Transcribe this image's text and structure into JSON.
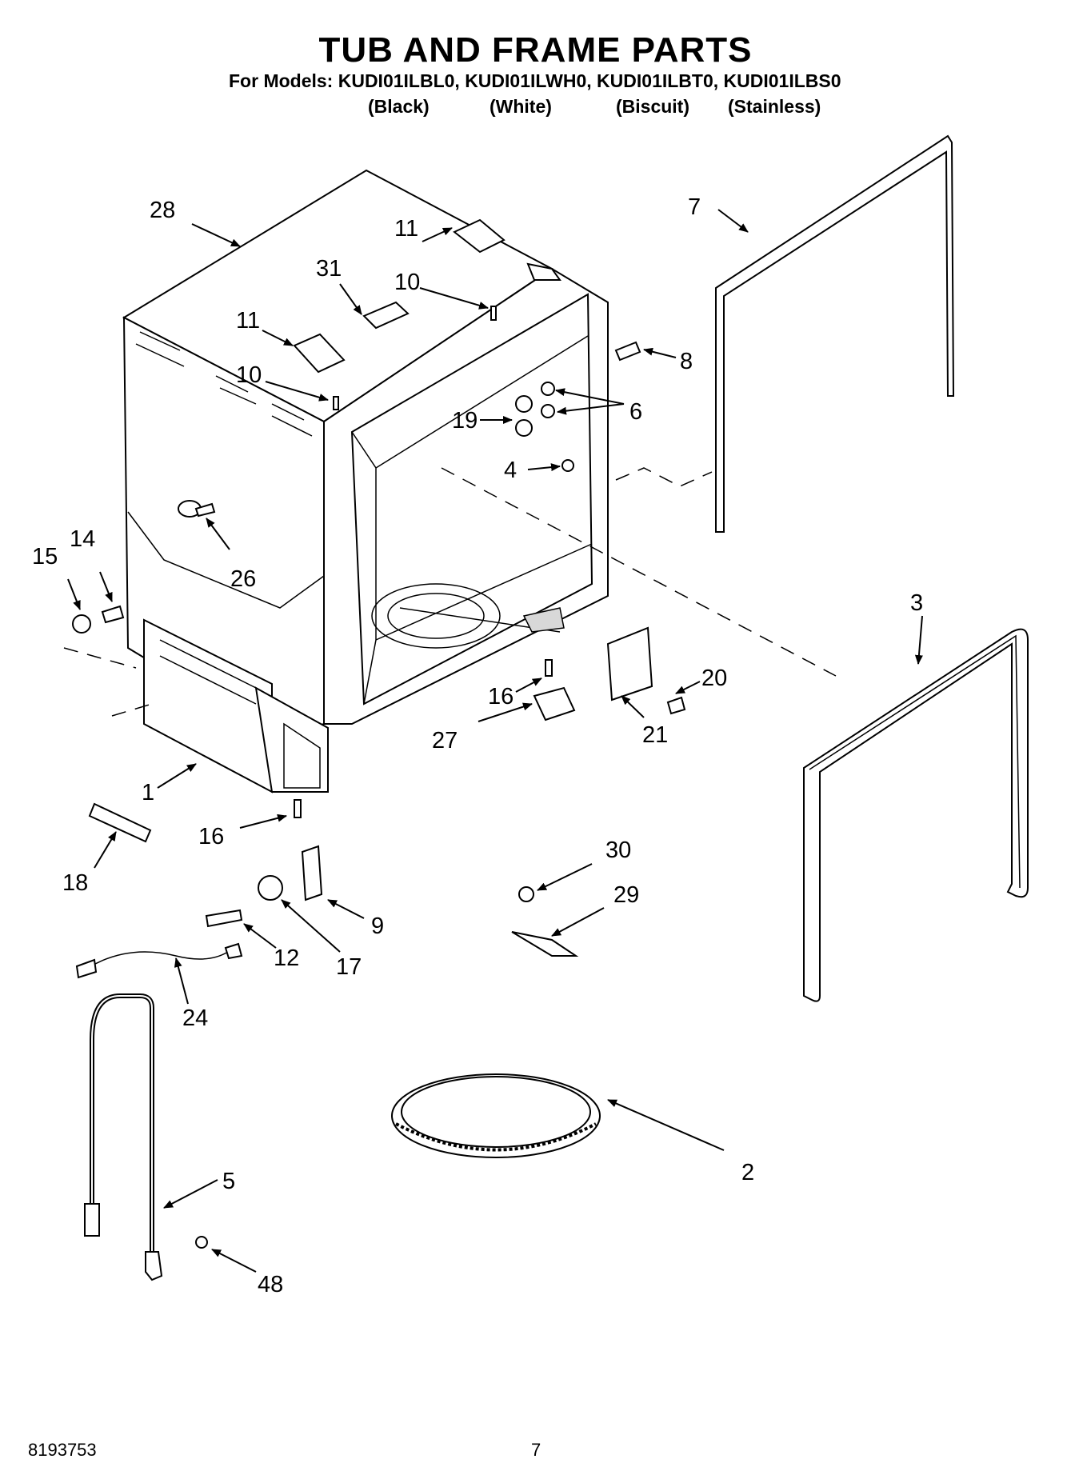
{
  "title": "TUB AND FRAME PARTS",
  "models_line": "For Models: KUDI01ILBL0, KUDI01ILWH0, KUDI01ILBT0, KUDI01ILBS0",
  "colors": [
    "(Black)",
    "(White)",
    "(Biscuit)",
    "(Stainless)"
  ],
  "footer": {
    "doc_number": "8193753",
    "page": "7"
  },
  "callouts": {
    "p28": "28",
    "p11a": "11",
    "p11b": "11",
    "p31": "31",
    "p10a": "10",
    "p10b": "10",
    "p7": "7",
    "p8": "8",
    "p6": "6",
    "p19": "19",
    "p4": "4",
    "p26": "26",
    "p15": "15",
    "p14": "14",
    "p3": "3",
    "p20": "20",
    "p16a": "16",
    "p21": "21",
    "p27": "27",
    "p1": "1",
    "p16b": "16",
    "p18": "18",
    "p30": "30",
    "p29": "29",
    "p9": "9",
    "p12": "12",
    "p17": "17",
    "p24": "24",
    "p2": "2",
    "p5": "5",
    "p48": "48"
  }
}
